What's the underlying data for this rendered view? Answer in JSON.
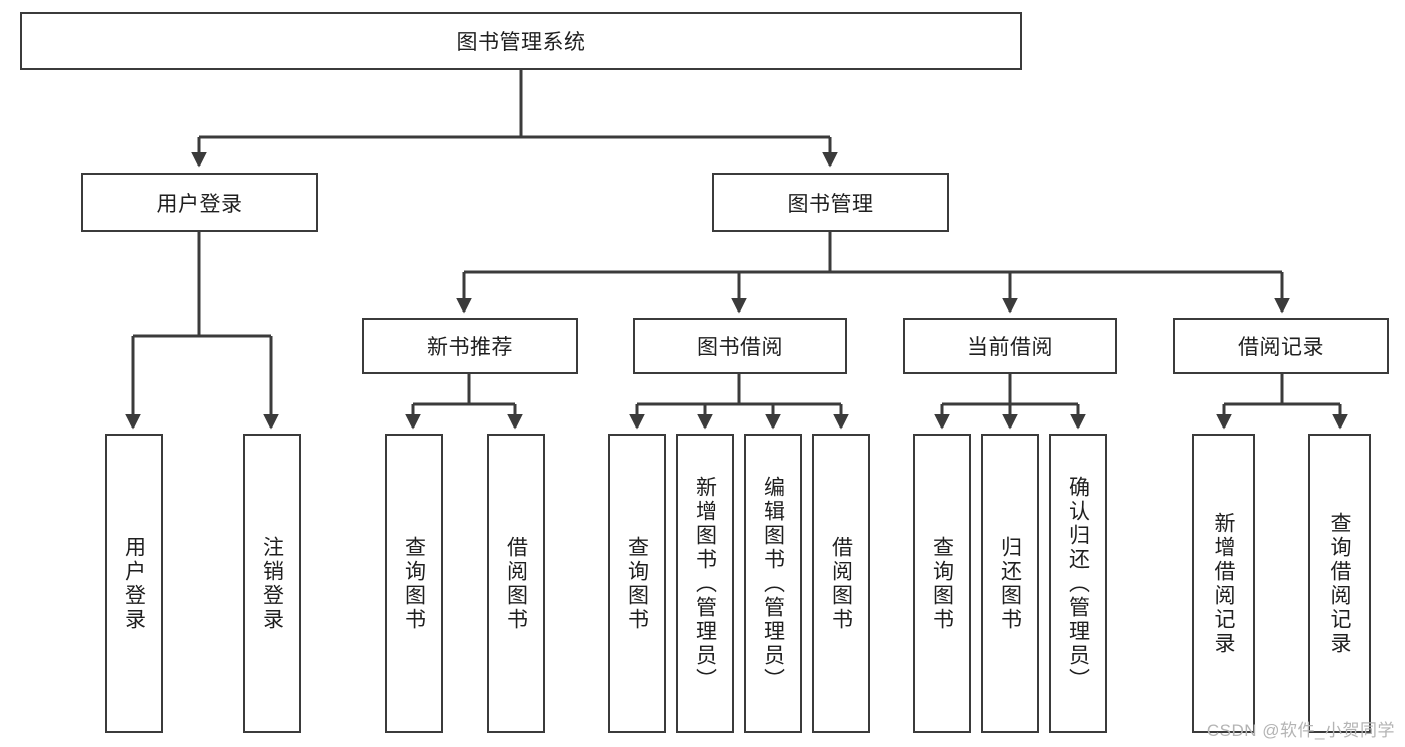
{
  "diagram": {
    "title": "图书管理系统",
    "watermark": "CSDN @软件_小贺同学",
    "colors": {
      "stroke": "#3b3b3b",
      "fill": "#ffffff",
      "text": "#1f1f1f",
      "watermark": "#b4b4b4"
    },
    "root": {
      "label": "图书管理系统"
    },
    "level2": [
      {
        "label": "用户登录"
      },
      {
        "label": "图书管理"
      }
    ],
    "level3": [
      {
        "label": "新书推荐"
      },
      {
        "label": "图书借阅"
      },
      {
        "label": "当前借阅"
      },
      {
        "label": "借阅记录"
      }
    ],
    "leaves": {
      "user_login": [
        {
          "label": "用户登录"
        },
        {
          "label": "注销登录"
        }
      ],
      "new_book_recommend": [
        {
          "label": "查询图书"
        },
        {
          "label": "借阅图书"
        }
      ],
      "book_borrow": [
        {
          "label": "查询图书"
        },
        {
          "label": "新增图书（管理员）"
        },
        {
          "label": "编辑图书（管理员）"
        },
        {
          "label": "借阅图书"
        }
      ],
      "current_borrow": [
        {
          "label": "查询图书"
        },
        {
          "label": "归还图书"
        },
        {
          "label": "确认归还（管理员）"
        }
      ],
      "borrow_record": [
        {
          "label": "新增借阅记录"
        },
        {
          "label": "查询借阅记录"
        }
      ]
    }
  }
}
